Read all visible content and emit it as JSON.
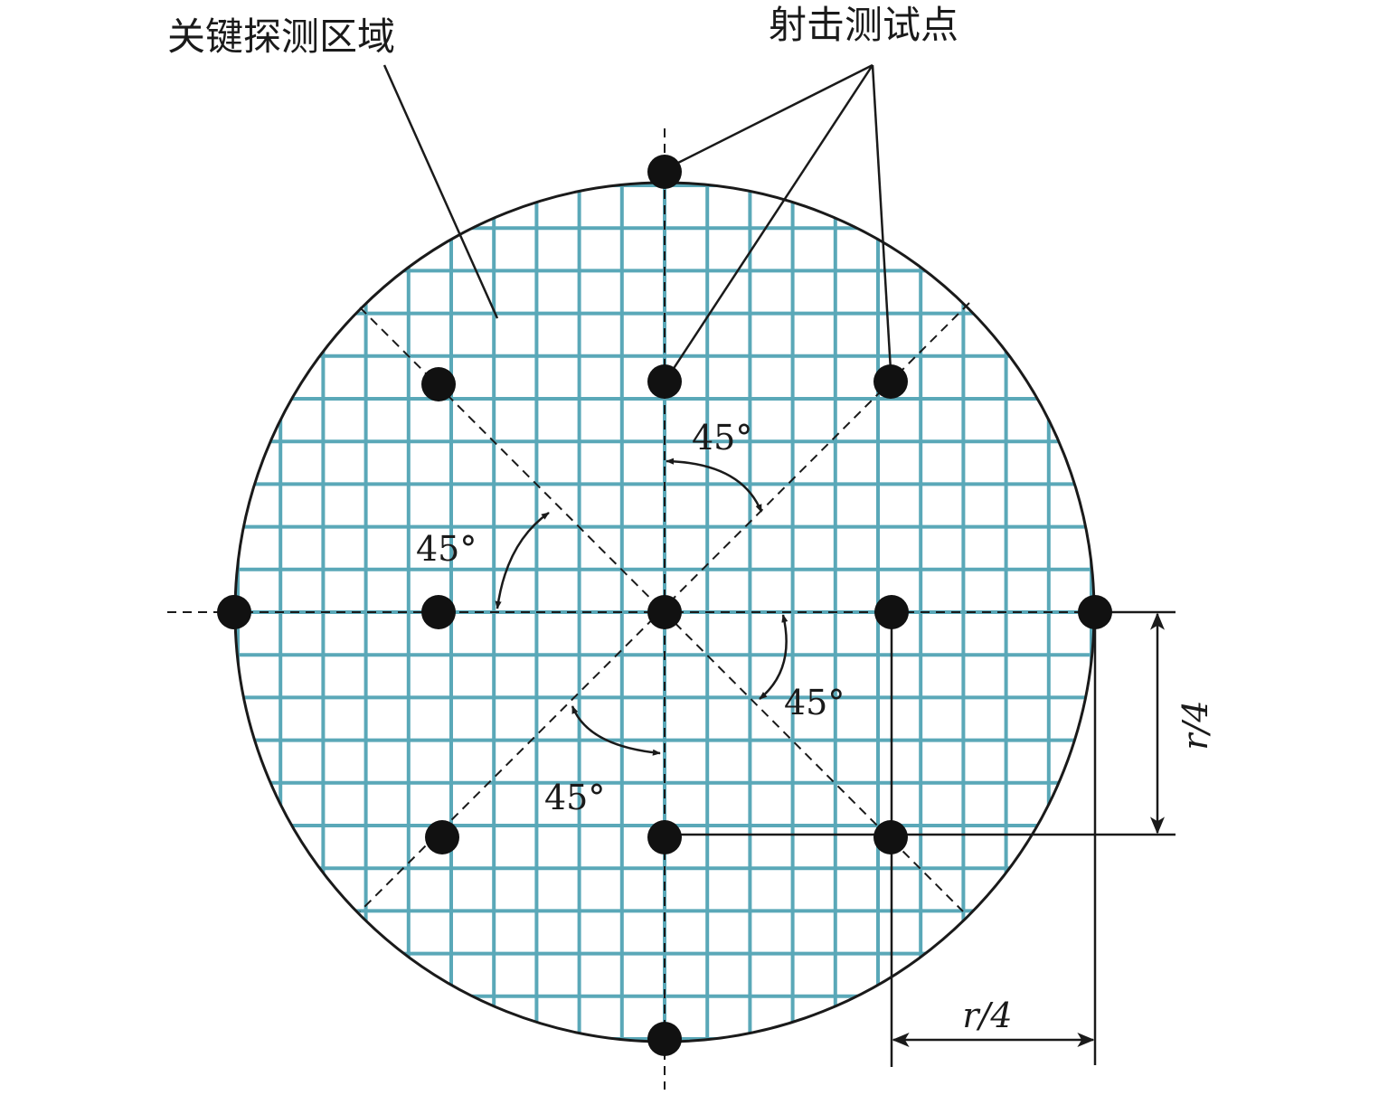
{
  "labels": {
    "detection_region": "关键探测区域",
    "test_points": "射击测试点",
    "angle_1": "45°",
    "angle_2": "45°",
    "angle_3": "45°",
    "angle_4": "45°",
    "dim_vertical": "r/4",
    "dim_horizontal": "r/4"
  },
  "colors": {
    "grid": "#5aa8b8",
    "line": "#1a1a1a",
    "point": "#111111",
    "background": "#ffffff"
  }
}
